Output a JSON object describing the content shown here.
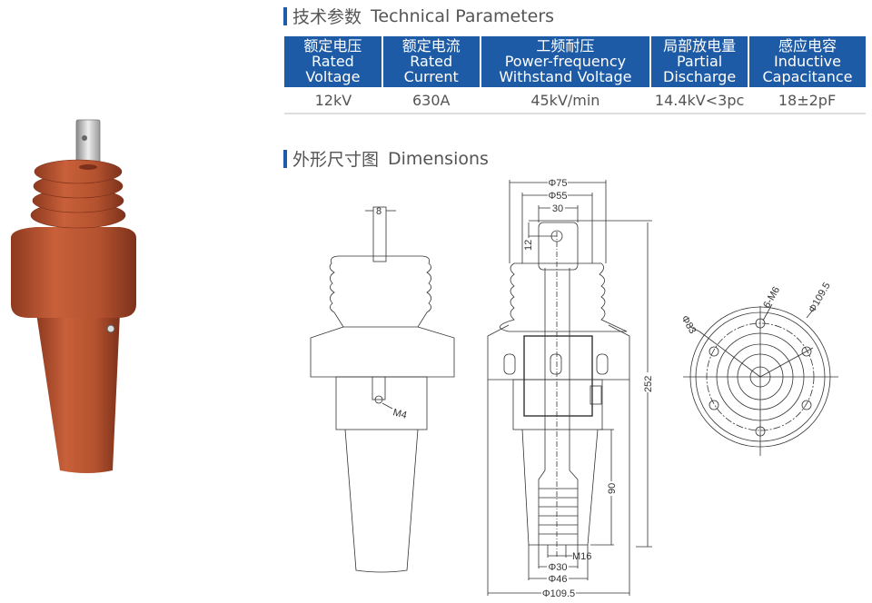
{
  "sections": {
    "parameters": {
      "zh": "技术参数",
      "en": "Technical Parameters"
    },
    "dimensions": {
      "zh": "外形尺寸图",
      "en": "Dimensions"
    }
  },
  "table": {
    "headers": [
      {
        "zh": "额定电压",
        "en1": "Rated",
        "en2": "Voltage"
      },
      {
        "zh": "额定电流",
        "en1": "Rated",
        "en2": "Current"
      },
      {
        "zh": "工频耐压",
        "en1": "Power-frequency",
        "en2": "Withstand Voltage"
      },
      {
        "zh": "局部放电量",
        "en1": "Partial",
        "en2": "Discharge"
      },
      {
        "zh": "感应电容",
        "en1": "Inductive",
        "en2": "Capacitance"
      }
    ],
    "values": [
      "12kV",
      "630A",
      "45kV/min",
      "14.4kV<3pc",
      "18±2pF"
    ]
  },
  "dims": {
    "stud_width": "8",
    "thread_side": "M4",
    "d75": "Φ75",
    "d55": "Φ55",
    "w30": "30",
    "h12": "12",
    "h252": "252",
    "h90": "90",
    "m16": "M16",
    "d30": "Φ30",
    "d46": "Φ46",
    "d109_bottom": "Φ109.5",
    "d83": "Φ83",
    "holes": "6-M6",
    "d109_top": "Φ109.5"
  },
  "colors": {
    "accent": "#1d5ba6",
    "insulator": "#b4522f"
  }
}
